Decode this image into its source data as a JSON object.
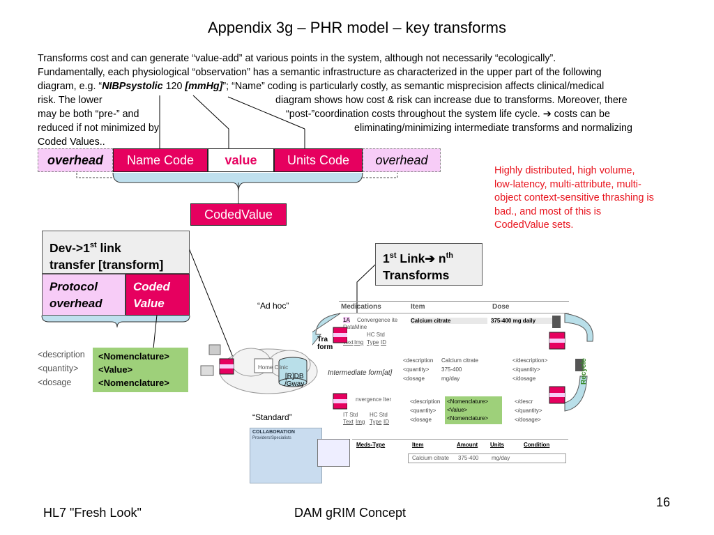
{
  "title": "Appendix 3g – PHR model – key transforms",
  "intro": {
    "line1": "Transforms cost and can generate “value-add” at various points in the system, although not necessarily “ecologically”.",
    "line2": "Fundamentally, each physiological “observation” has a semantic infrastructure as characterized in the upper part of the following",
    "line3a": "diagram, e.g.  “",
    "line3b": "NIBPsystolic",
    "line3c": " 120 ",
    "line3d": "[mmHg]",
    "line3e": "”; “Name” coding is particularly costly, as semantic misprecision affects clinical/medical",
    "line4a": "risk.  The lower",
    "line4b": "diagram shows how cost & risk can increase due to transforms.  Moreover, there",
    "line5a": "may be both “pre-” and",
    "line5b": "“post-”coordination costs throughout the system life cycle.  ➔ costs can be",
    "line6a": "reduced if not minimized  by",
    "line6b": "eliminating/minimizing  intermediate transforms and normalizing",
    "line7": "Coded Values.."
  },
  "bar": {
    "overhead_left": "overhead",
    "name_code": "Name Code",
    "value": "value",
    "units_code": "Units Code",
    "overhead_right": "overhead"
  },
  "coded_value": "CodedValue",
  "red_note": "Highly distributed, high volume, low-latency, multi-attribute, multi-object context-sensitive thrashing is bad., and most of this is CodedValue sets.",
  "dev_box": {
    "line1": "Dev->1",
    "sup": "st",
    "line1b": " link",
    "line2": "transfer [transform]"
  },
  "protocol": {
    "label1": "Protocol",
    "label2": "overhead",
    "coded1": "Coded",
    "coded2": "Value"
  },
  "first_link": {
    "a": "1",
    "sup1": "st",
    "b": " Link➔ n",
    "sup2": "th",
    "c": "Transforms"
  },
  "left_tags": [
    "<description",
    "<quantity>",
    "<dosage"
  ],
  "nomenclature_box": [
    "<Nomenclature>",
    "<Value>",
    "<Nomenclature>"
  ],
  "labels": {
    "ad_hoc": "“Ad hoc”",
    "standard": "“Standard”",
    "db1": "[R]DB",
    "db2": "/Gway",
    "intermediate": "Intermediate form[at]",
    "recycle": "Recycle",
    "tra": "Tra",
    "form": "form",
    "home_clinic": "Home Clinic",
    "collaboration": "COLLABORATION",
    "providers": "Providers/Specialists"
  },
  "med_table": {
    "headers": [
      "Medications",
      "Item",
      "Dose"
    ],
    "row": [
      "Calcium citrate",
      "375-400 mg daily"
    ],
    "subrows": [
      "1A",
      "Convergence ite",
      "DataMine",
      "HC Std",
      "Text",
      "Img",
      "Type",
      "ID"
    ]
  },
  "mid_tags": {
    "left": [
      "<description",
      "<quantity>",
      "<dosage"
    ],
    "mid": [
      "Calcium citrate",
      "375-400",
      "mg/day"
    ],
    "right": [
      "</description>",
      "</quantity>",
      "</dosage"
    ]
  },
  "lower_tags": {
    "left": [
      "<description",
      "<quantity>",
      "<dosage"
    ],
    "green": [
      "<Nomenclature>",
      "<Value>",
      "<Nomenclature>"
    ],
    "right": [
      "</descr",
      "</quantity>",
      "</dosage>"
    ]
  },
  "lower_table": {
    "top": [
      "nvergence Iter",
      "IT Std",
      "HC Std",
      "Text",
      "Img",
      "Type",
      "ID"
    ]
  },
  "meds_table": {
    "headers": [
      "Meds-Type",
      "Item",
      "Amount",
      "Units",
      "Condition"
    ],
    "row": [
      "Calcium citrate",
      "375-400",
      "mg/day"
    ]
  },
  "footer": {
    "left": "HL7 \"Fresh Look\"",
    "center": "DAM gRIM Concept",
    "page": "16"
  },
  "colors": {
    "magenta": "#e6005f",
    "pink": "#f7ccf7",
    "red_text": "#e8151f",
    "green": "#9ed07a"
  }
}
